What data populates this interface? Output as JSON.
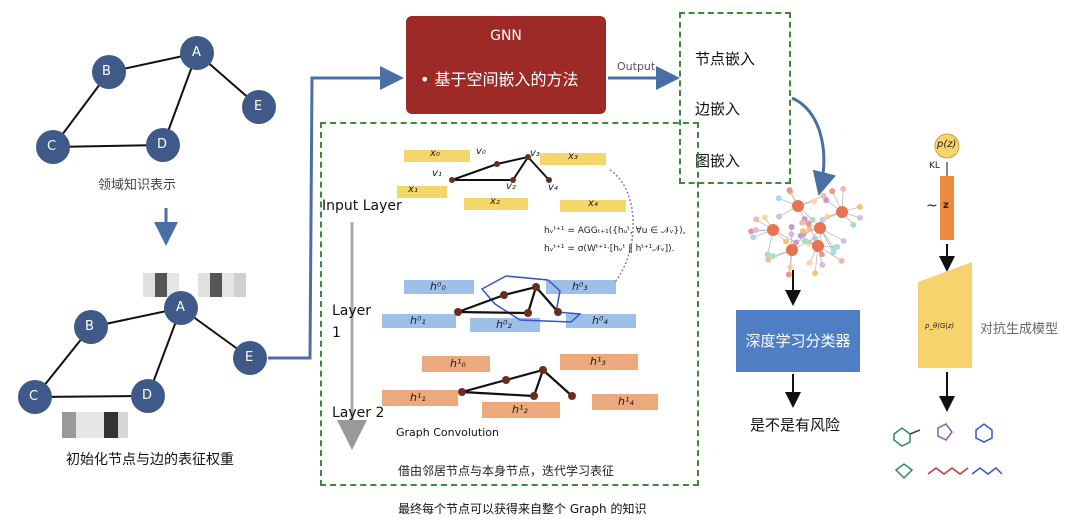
{
  "left": {
    "top_graph_caption": "领域知识表示",
    "bottom_graph_caption": "初始化节点与边的表征权重",
    "node_labels": [
      "A",
      "B",
      "C",
      "D",
      "E"
    ]
  },
  "gnn": {
    "title": "GNN",
    "bullet": "• 基于空间嵌入的方法"
  },
  "arrow_label": "Output",
  "outputs": {
    "items": [
      "节点嵌入",
      "边嵌入",
      "图嵌入"
    ]
  },
  "conv": {
    "input_layer": "Input Layer",
    "layer1": "Layer\n1",
    "layer2": "Layer 2",
    "graph_conv": "Graph Convolution",
    "caption": "借由邻居节点与本身节点，迭代学习表征",
    "x_labels": [
      "x₀",
      "x₁",
      "x₂",
      "x₃",
      "x₄"
    ],
    "v_labels": [
      "v₀",
      "v₁",
      "v₂",
      "v₃",
      "v₄"
    ],
    "h0_labels": [
      "h⁰₀",
      "h⁰₁",
      "h⁰₂",
      "h⁰₃",
      "h⁰₄"
    ],
    "h1_labels": [
      "h¹₀",
      "h¹₁",
      "h¹₂",
      "h¹₃",
      "h¹₄"
    ],
    "eq1": "hᵥᵗ⁺¹ = AGGₜ₊₁({hᵤᵗ, ∀u ∈ 𝒩ᵥ}),",
    "eq2": "hᵥᵗ⁺¹ = σ(Wᵗ⁺¹·[hᵥᵗ ‖ hᵗ⁺¹𝒩ᵥ]).",
    "colors": {
      "input": "#f5d66b",
      "layer1": "#9dc0e8",
      "layer2": "#eba97d"
    }
  },
  "bottom_caption": "最终每个节点可以获得来自整个 Graph 的知识",
  "classifier": {
    "label": "深度学习分类器",
    "result": "是不是有风险"
  },
  "generative": {
    "pz": "p(z)",
    "kl": "KL",
    "tilde": "~",
    "z": "z",
    "decoder": "p_θ(G|z)",
    "label": "对抗生成模型"
  },
  "colors": {
    "node": "#3f5a88",
    "arrow": "#4a6fa5",
    "gnn": "#9e2a27",
    "dashed": "#3f8a3a",
    "classifier": "#4f7ec5",
    "z_bar": "#ee8a3e",
    "decoder": "#f7d36e"
  }
}
